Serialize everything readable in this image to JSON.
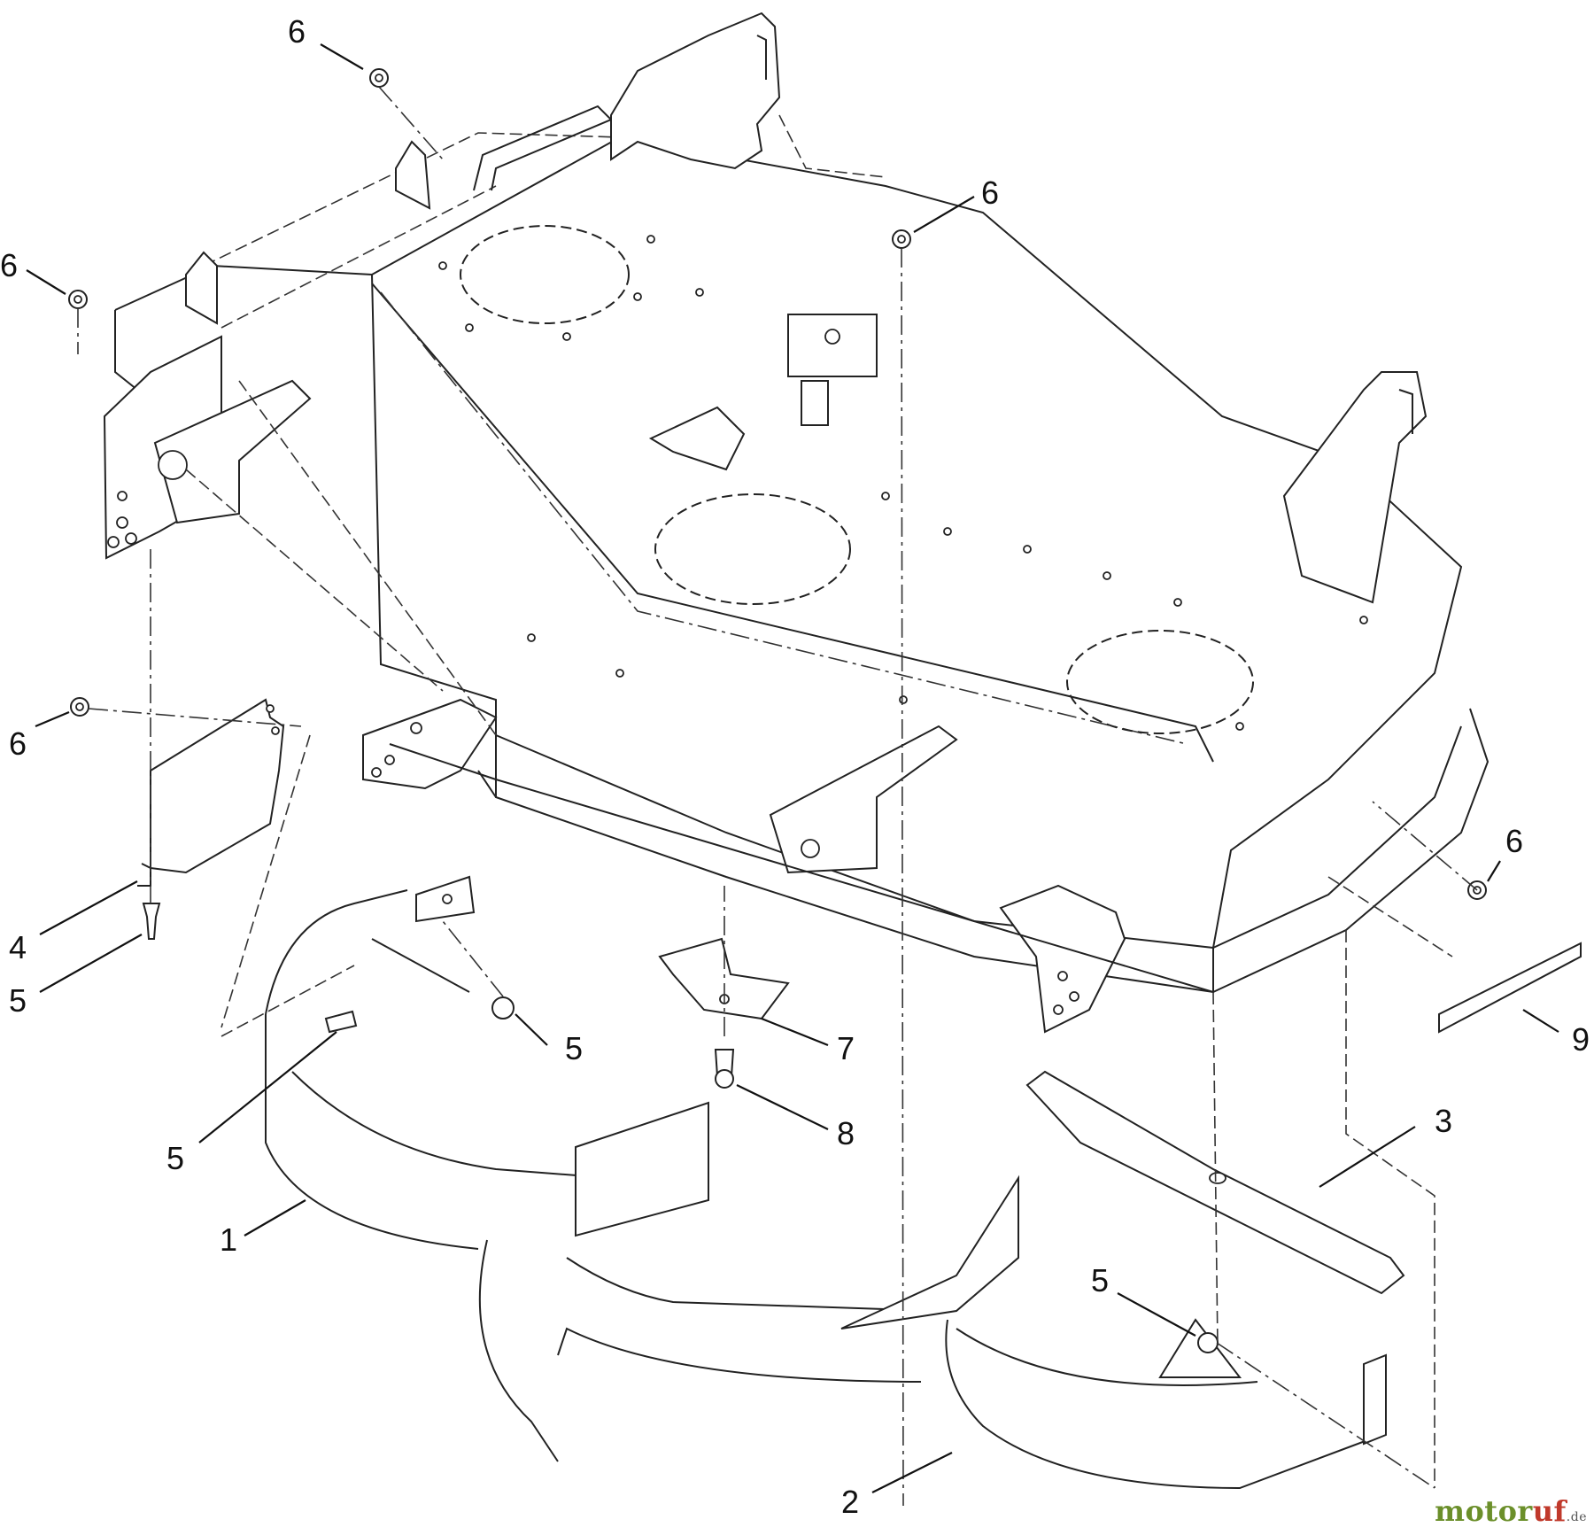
{
  "callouts": [
    {
      "id": "c1",
      "label": "1"
    },
    {
      "id": "c2",
      "label": "2"
    },
    {
      "id": "c3",
      "label": "3"
    },
    {
      "id": "c4",
      "label": "4"
    },
    {
      "id": "c5a",
      "label": "5"
    },
    {
      "id": "c5b",
      "label": "5"
    },
    {
      "id": "c5c",
      "label": "5"
    },
    {
      "id": "c5d",
      "label": "5"
    },
    {
      "id": "c6a",
      "label": "6"
    },
    {
      "id": "c6b",
      "label": "6"
    },
    {
      "id": "c6c",
      "label": "6"
    },
    {
      "id": "c6d",
      "label": "6"
    },
    {
      "id": "c6e",
      "label": "6"
    },
    {
      "id": "c7",
      "label": "7"
    },
    {
      "id": "c8",
      "label": "8"
    },
    {
      "id": "c9",
      "label": "9"
    }
  ],
  "watermark": {
    "part1": "motor",
    "part2": "uf",
    "suffix": ".de"
  },
  "colors": {
    "line": "#222222",
    "watermark_green": "#6b8f2a",
    "watermark_red": "#c0392b"
  }
}
